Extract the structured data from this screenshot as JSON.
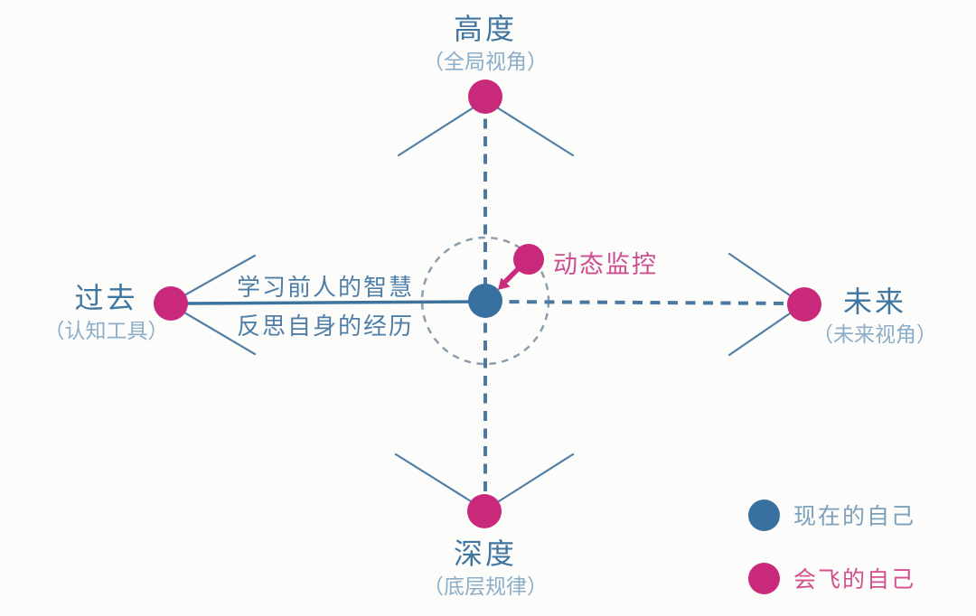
{
  "nodes": {
    "top": {
      "label": "高度",
      "sublabel": "（全局视角）"
    },
    "left": {
      "label": "过去",
      "sublabel": "（认知工具）"
    },
    "right": {
      "label": "未来",
      "sublabel": "（未来视角）"
    },
    "bottom": {
      "label": "深度",
      "sublabel": "（底层规律）"
    }
  },
  "center": {
    "annotation": "动态监控"
  },
  "edge_labels": {
    "above_line": "学习前人的智慧",
    "below_line": "反思自身的经历"
  },
  "legend": {
    "items": [
      {
        "label": "现在的自己",
        "color": "#38719f"
      },
      {
        "label": "会飞的自己",
        "color": "#c9297b"
      }
    ]
  },
  "colors": {
    "background": "#fcfcfa",
    "pink_dot": "#c9297b",
    "blue_dot": "#38719f",
    "main_label": "#40759f",
    "sub_label": "#8caec8",
    "edge_label": "#4e7ea8",
    "annotation": "#cc4d90",
    "solid_line": "#3e739e",
    "dashed_line": "#4a78a0",
    "orbit_circle": "#8c9dae"
  }
}
